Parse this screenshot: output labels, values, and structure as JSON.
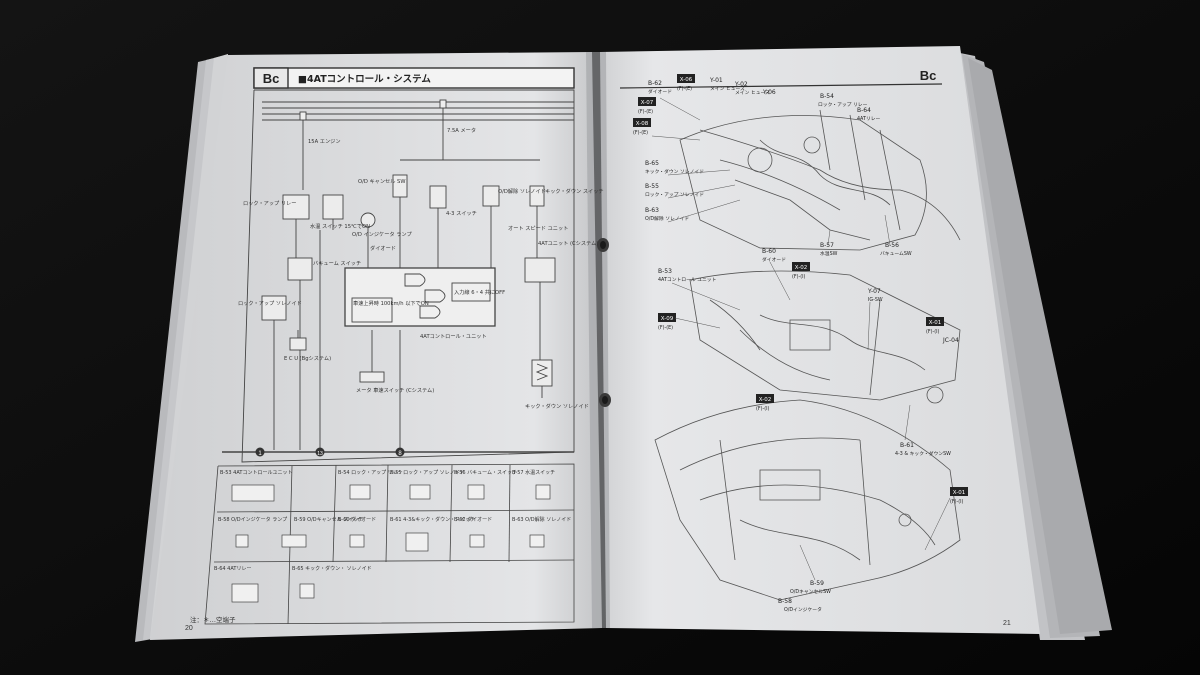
{
  "left_page": {
    "section_code": "Bc",
    "title": "■4ATコントロール・システム",
    "footnote": "注：＊…空端子",
    "page_number": "20",
    "schematic_labels": {
      "engine_fuse": "15A エンジン",
      "meter_fuse": "7.5A メータ",
      "lockup_relay": "ロック・アップ リレー",
      "water_temp_switch": "水温 スイッチ 15℃でON",
      "od_cancel_sw": "O/D キャンセル SW",
      "od_indicator": "O/D インジケータ ランプ",
      "switch_43": "4-3 スイッチ",
      "od_release_solenoid": "O/D解除 ソレノイド",
      "kickdown_switch": "キック・ダウン スイッチ",
      "vacuum_switch": "バキューム スイッチ",
      "lockup_solenoid": "ロック・アップ ソレノイド",
      "ecu": "E C U (Bgシステム)",
      "diode": "ダイオード",
      "auto_speed_unit": "オート スピード ユニット",
      "at_relay": "4ATユニット (Cシステム)",
      "control_unit": "4ATコントロール・ユニット",
      "vehicle_speed": "車速上昇時 100km/h 以下でON",
      "meter_switch": "メータ 車速スイッチ (Cシステム)",
      "kickdown_solenoid": "キック・ダウン ソレノイド",
      "input_note": "入力線 6・4 共にOFF"
    },
    "ground_numbers": [
      "1",
      "13",
      "8"
    ],
    "connector_table": [
      [
        "B-53 4ATコントロールユニット",
        "B-54 ロック・アップ リレー",
        "B-55 ロック・アップ ソレノイド",
        "B-56 バキューム・スイッチ",
        "B-57 水温スイッチ"
      ],
      [
        "B-58 O/Dインジケータ ランプ",
        "B-59 O/Dキャンセル スイッチ",
        "B-60 ダイオード",
        "B-61 4-3&キック・ダウン・スイッチ",
        "B-62 ダイオード",
        "B-63 O/D解除 ソレノイド"
      ],
      [
        "B-64 4ATリレー",
        "B-65 キック・ダウン・ ソレノイド"
      ]
    ]
  },
  "right_page": {
    "section_code": "Bc",
    "page_number": "21",
    "callouts": [
      {
        "code": "B-62",
        "text": "ダイオード"
      },
      {
        "code": "X-06",
        "text": "(F)-(E)",
        "boxed": true
      },
      {
        "code": "Y-01",
        "text": "メイン ヒューズ"
      },
      {
        "code": "Y-02",
        "text": "メイン ヒューズ"
      },
      {
        "code": "Y-06",
        "text": ""
      },
      {
        "code": "B-54",
        "text": "ロック・アップ リレー"
      },
      {
        "code": "X-07",
        "text": "(F)-(E)",
        "boxed": true
      },
      {
        "code": "B-64",
        "text": "4ATリレー"
      },
      {
        "code": "X-08",
        "text": "(F)-(E)",
        "boxed": true
      },
      {
        "code": "B-65",
        "text": "キック・ダウン ソレノイド"
      },
      {
        "code": "B-55",
        "text": "ロック・アップ ソレノイド"
      },
      {
        "code": "B-63",
        "text": "O/D解除 ソレノイド"
      },
      {
        "code": "B-57",
        "text": "水温SW"
      },
      {
        "code": "B-56",
        "text": "バキュームSW"
      },
      {
        "code": "B-60",
        "text": "ダイオード"
      },
      {
        "code": "X-02",
        "text": "(F)-(I)",
        "boxed": true
      },
      {
        "code": "B-53",
        "text": "4ATコントロール ユニット"
      },
      {
        "code": "Y-07",
        "text": "IG-SW"
      },
      {
        "code": "X-09",
        "text": "(F)-(E)",
        "boxed": true
      },
      {
        "code": "X-01",
        "text": "(F)-(I)",
        "boxed": true
      },
      {
        "code": "JC-04",
        "text": ""
      },
      {
        "code": "B-61",
        "text": "4-3 & キック・ダウンSW"
      },
      {
        "code": "X-02",
        "text": "(F)-(I)",
        "boxed": true
      },
      {
        "code": "X-01",
        "text": "(F)-(I)",
        "boxed": true
      },
      {
        "code": "B-59",
        "text": "O/DキャンセルSW"
      },
      {
        "code": "B-58",
        "text": "O/Dインジケータ"
      }
    ]
  }
}
